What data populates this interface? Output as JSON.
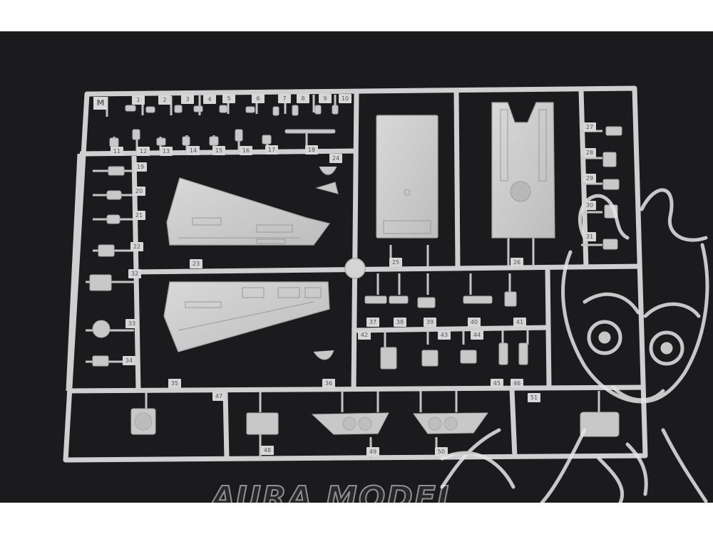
{
  "photo": {
    "subject": "",
    "colors": {
      "background": "#1b1b1d",
      "plastic": "#cfcfcf",
      "plastic_dark": "#a8a8a8",
      "watermark": "#e6e6e6"
    }
  },
  "sprue": {
    "letter": "M",
    "part_numbers": [
      "1",
      "2",
      "3",
      "4",
      "5",
      "6",
      "7",
      "8",
      "9",
      "10",
      "11",
      "12",
      "13",
      "14",
      "15",
      "16",
      "17",
      "18",
      "19",
      "20",
      "21",
      "22",
      "23",
      "24",
      "25",
      "26",
      "27",
      "28",
      "29",
      "30",
      "31",
      "32",
      "33",
      "34",
      "35",
      "36",
      "37",
      "38",
      "39",
      "40",
      "41",
      "42",
      "43",
      "44",
      "45",
      "46",
      "47",
      "48",
      "49",
      "50",
      "51"
    ]
  },
  "watermark": {
    "text": "AURA MODEL",
    "icon": "bull-mascot-icon"
  }
}
